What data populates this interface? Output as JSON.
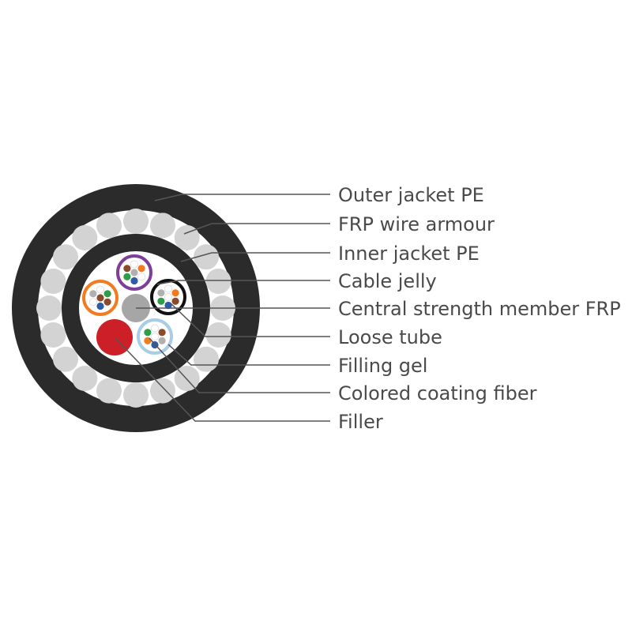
{
  "colors": {
    "jacket": "#2b2b2b",
    "armour_wire": "#d3d3d3",
    "core_bg": "#ffffff",
    "central_member": "#a6a6a6",
    "filler": "#cc1f27",
    "leader_line": "#555555",
    "label_text": "#4a4a4a"
  },
  "labels": [
    {
      "key": "outer-jacket-pe",
      "text": "Outer jacket PE"
    },
    {
      "key": "frp-wire-armour",
      "text": "FRP wire armour"
    },
    {
      "key": "inner-jacket-pe",
      "text": "Inner jacket PE"
    },
    {
      "key": "cable-jelly",
      "text": "Cable jelly"
    },
    {
      "key": "central-strength-member-frp",
      "text": "Central strength member FRP"
    },
    {
      "key": "loose-tube",
      "text": "Loose tube"
    },
    {
      "key": "filling-gel",
      "text": "Filling gel"
    },
    {
      "key": "colored-coating-fiber",
      "text": "Colored coating fiber"
    },
    {
      "key": "filler",
      "text": "Filler"
    }
  ],
  "loose_tubes": [
    {
      "ring": "#7d3f98",
      "fibers": [
        "#ffffff",
        "#f47a20",
        "#ffffff",
        "#2e5aa8",
        "#2e9e48",
        "#8b4a2b",
        "#b0b0b0"
      ]
    },
    {
      "ring": "#f47a20",
      "fibers": [
        "#ffffff",
        "#2e9e48",
        "#8b4a2b",
        "#2e5aa8",
        "#ffffff",
        "#b0b0b0",
        "#8b4a2b"
      ]
    },
    {
      "ring": "#111111",
      "fibers": [
        "#ffffff",
        "#f47a20",
        "#8b4a2b",
        "#2e5aa8",
        "#2e9e48",
        "#b0b0b0",
        "#ffffff"
      ]
    },
    {
      "ring": "#a8cde6",
      "fibers": [
        "#ffffff",
        "#8b4a2b",
        "#b0b0b0",
        "#2e5aa8",
        "#f47a20",
        "#2e9e48",
        "#ffffff"
      ]
    }
  ]
}
